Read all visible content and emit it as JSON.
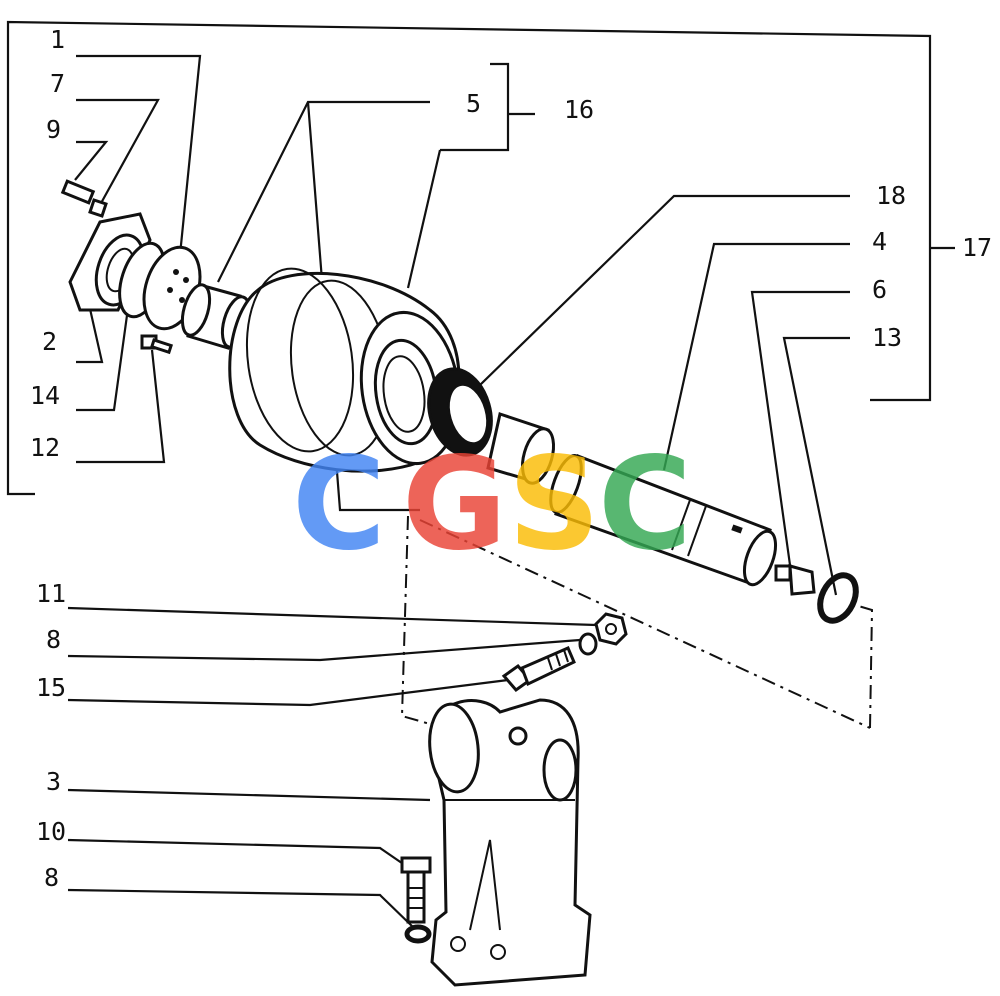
{
  "diagram": {
    "labels": [
      {
        "id": "l1",
        "text": "1"
      },
      {
        "id": "l7",
        "text": "7"
      },
      {
        "id": "l9",
        "text": "9"
      },
      {
        "id": "l5",
        "text": "5"
      },
      {
        "id": "l16",
        "text": "16"
      },
      {
        "id": "l18",
        "text": "18"
      },
      {
        "id": "l4",
        "text": "4"
      },
      {
        "id": "l17",
        "text": "17"
      },
      {
        "id": "l6",
        "text": "6"
      },
      {
        "id": "l13",
        "text": "13"
      },
      {
        "id": "l2",
        "text": "2"
      },
      {
        "id": "l14",
        "text": "14"
      },
      {
        "id": "l12",
        "text": "12"
      },
      {
        "id": "l11",
        "text": "11"
      },
      {
        "id": "l8a",
        "text": "8"
      },
      {
        "id": "l15",
        "text": "15"
      },
      {
        "id": "l3",
        "text": "3"
      },
      {
        "id": "l10",
        "text": "10"
      },
      {
        "id": "l8b",
        "text": "8"
      }
    ]
  },
  "watermark": {
    "letters": [
      "C",
      "G",
      "S",
      "C"
    ],
    "colors": [
      "#4285F4",
      "#EA4335",
      "#FBBC05",
      "#34A853"
    ]
  }
}
